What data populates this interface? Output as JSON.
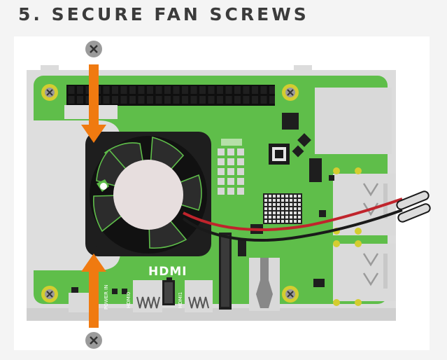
{
  "heading": {
    "text": "5. SECURE FAN SCREWS"
  },
  "board_labels": {
    "hdmi": "HDMI",
    "power_in": "POWER IN",
    "hdmi0": "HDMI0",
    "hdmi1": "HDMI1"
  },
  "colors": {
    "board_green": "#5fbe4a",
    "case_grey": "#dedede",
    "arrow_orange": "#f07a10",
    "fan_black": "#1e1e1e",
    "hub_pink": "#e7dede",
    "mount_yellow": "#d4cd30",
    "wire_red": "#c0242c",
    "heading_text": "#3b3b3b"
  },
  "icons": {
    "screw": "screw-icon",
    "arrow": "arrow-down-icon / arrow-up-icon"
  }
}
